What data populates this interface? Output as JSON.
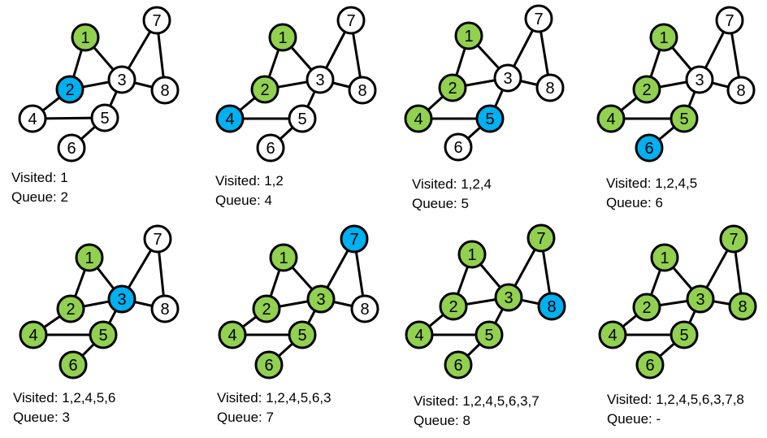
{
  "colors": {
    "visited": "#92d050",
    "current": "#00b0f0",
    "unvisited": "#ffffff",
    "stroke": "#000000"
  },
  "graph": {
    "nodes": [
      "1",
      "2",
      "3",
      "4",
      "5",
      "6",
      "7",
      "8"
    ],
    "edges": [
      [
        "1",
        "2"
      ],
      [
        "1",
        "3"
      ],
      [
        "2",
        "3"
      ],
      [
        "2",
        "4"
      ],
      [
        "3",
        "5"
      ],
      [
        "3",
        "7"
      ],
      [
        "7",
        "8"
      ],
      [
        "3",
        "8"
      ],
      [
        "4",
        "5"
      ],
      [
        "5",
        "6"
      ]
    ]
  },
  "steps": [
    {
      "current": "2",
      "visited_nodes": [
        "1"
      ],
      "visited_label": "Visited:",
      "visited_value": "1",
      "queue_label": "Queue:",
      "queue_value": "2"
    },
    {
      "current": "4",
      "visited_nodes": [
        "1",
        "2"
      ],
      "visited_label": "Visited:",
      "visited_value": "1,2",
      "queue_label": "Queue:",
      "queue_value": "4"
    },
    {
      "current": "5",
      "visited_nodes": [
        "1",
        "2",
        "4"
      ],
      "visited_label": "Visited:",
      "visited_value": "1,2,4",
      "queue_label": "Queue:",
      "queue_value": "5"
    },
    {
      "current": "6",
      "visited_nodes": [
        "1",
        "2",
        "4",
        "5"
      ],
      "visited_label": "Visited:",
      "visited_value": "1,2,4,5",
      "queue_label": "Queue:",
      "queue_value": "6"
    },
    {
      "current": "3",
      "visited_nodes": [
        "1",
        "2",
        "4",
        "5",
        "6"
      ],
      "visited_label": "Visited:",
      "visited_value": "1,2,4,5,6",
      "queue_label": "Queue:",
      "queue_value": "3"
    },
    {
      "current": "7",
      "visited_nodes": [
        "1",
        "2",
        "4",
        "5",
        "6",
        "3"
      ],
      "visited_label": "Visited:",
      "visited_value": "1,2,4,5,6,3",
      "queue_label": "Queue:",
      "queue_value": "7"
    },
    {
      "current": "8",
      "visited_nodes": [
        "1",
        "2",
        "4",
        "5",
        "6",
        "3",
        "7"
      ],
      "visited_label": "Visited:",
      "visited_value": "1,2,4,5,6,3,7",
      "queue_label": "Queue:",
      "queue_value": "8"
    },
    {
      "current": "",
      "visited_nodes": [
        "1",
        "2",
        "4",
        "5",
        "6",
        "3",
        "7",
        "8"
      ],
      "visited_label": "Visited:",
      "visited_value": "1,2,4,5,6,3,7,8",
      "queue_label": "Queue:",
      "queue_value": "-"
    }
  ]
}
